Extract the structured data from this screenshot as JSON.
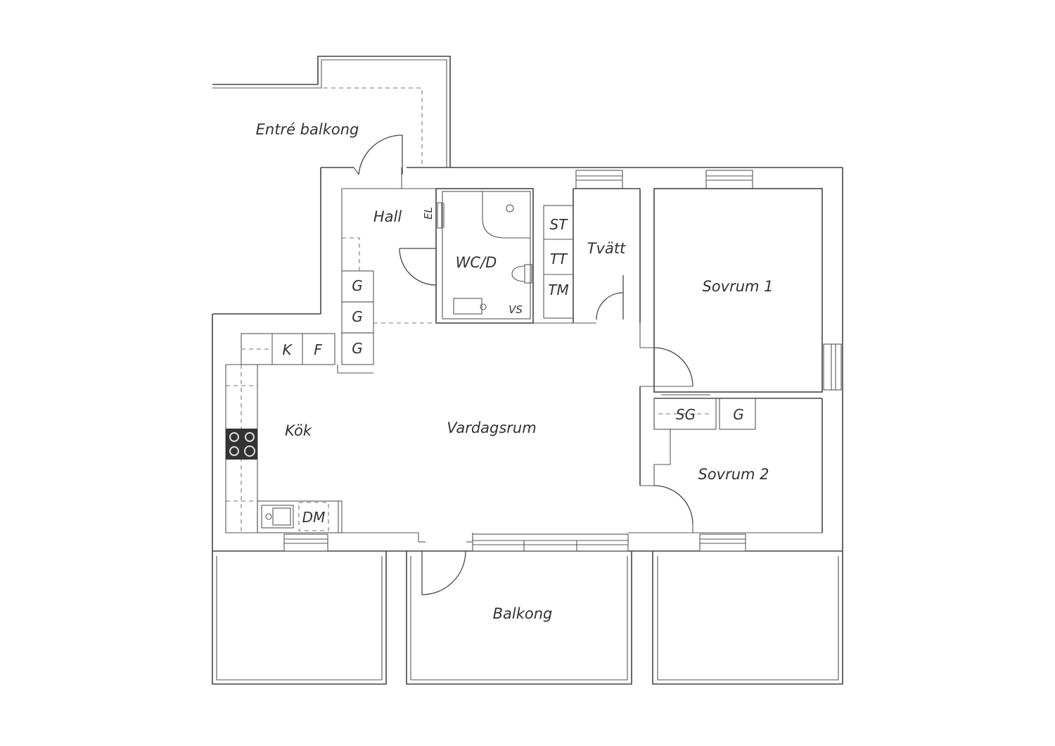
{
  "rooms": {
    "entre_balkong": "Entré balkong",
    "hall": "Hall",
    "wc_d": "WC/D",
    "tvatt": "Tvätt",
    "sovrum1": "Sovrum 1",
    "sovrum2": "Sovrum 2",
    "kok": "Kök",
    "vardagsrum": "Vardagsrum",
    "balkong": "Balkong"
  },
  "fixtures": {
    "el": "EL",
    "vs": "VS",
    "st": "ST",
    "tt": "TT",
    "tm": "TM",
    "g": "G",
    "k": "K",
    "f": "F",
    "dm": "DM",
    "sg": "SG"
  }
}
